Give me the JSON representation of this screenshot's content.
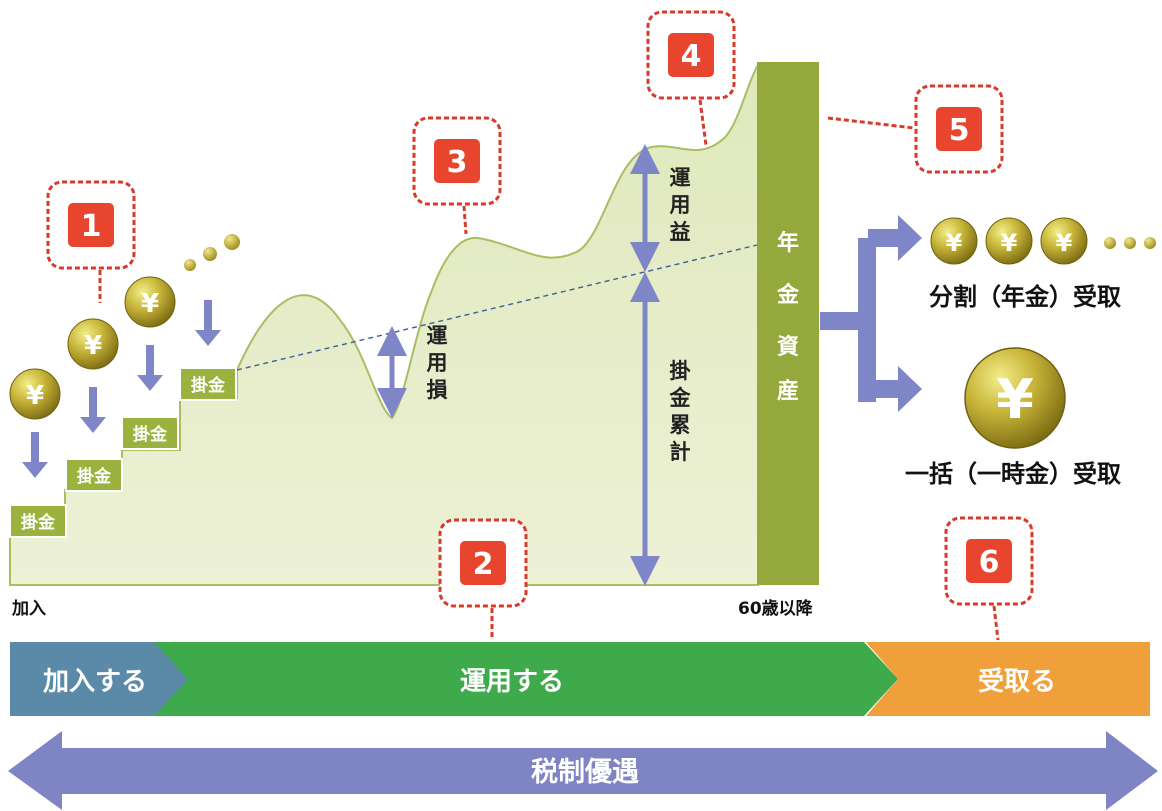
{
  "steps": {
    "s1": "1",
    "s2": "2",
    "s3": "3",
    "s4": "4",
    "s5": "5",
    "s6": "6"
  },
  "contribution_label": "掛金",
  "yen_symbol": "¥",
  "labels": {
    "join": "加入",
    "age60": "60歳以降",
    "loss": "運用損",
    "gain": "運用益",
    "cumulative": "掛金累計",
    "pension_assets": "年金資産",
    "installment": "分割（年金）受取",
    "lump_sum": "一括（一時金）受取"
  },
  "phases": {
    "join": "加入する",
    "operate": "運用する",
    "receive": "受取る"
  },
  "tax_label": "税制優遇",
  "colors": {
    "callout_fill": "#e8452e",
    "callout_border": "#d93a2a",
    "area_fill": "#e4ebc4",
    "area_stroke": "#a9bd63",
    "olive": "#95a83b",
    "arrow_purple": "#7f86c8",
    "phase_join": "#5b8aa8",
    "phase_operate": "#3eaa4c",
    "phase_receive": "#f0a03a",
    "tax_arrow": "#7e84c4"
  }
}
